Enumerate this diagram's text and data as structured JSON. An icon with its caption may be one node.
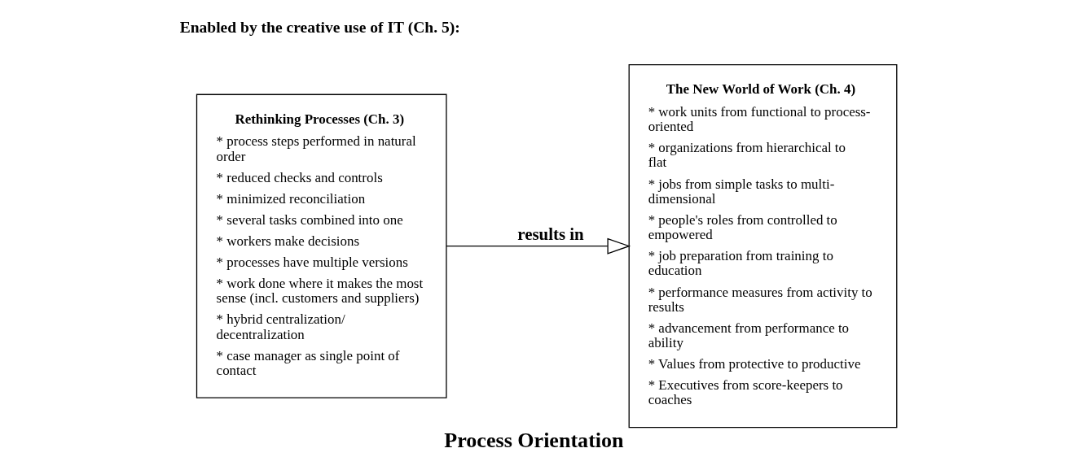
{
  "diagram": {
    "caption": "Process Orientation",
    "nodes": [
      {
        "text": [
          "Rethinking Processes (Ch. 3)",
          "* process steps performed in natural order",
          "* reduced checks and controls",
          "* minimized reconciliation",
          "* several tasks combined into one",
          "* workers make decisions",
          "* processes have multiple versions",
          "* work done where it makes the most sense (incl. customers and suppliers)",
          "* hybrid centralization/ decentralization",
          "* case manager as single point of contact"
        ]
      },
      {
        "text": [
          "The New World of Work (Ch. 4)",
          "* work units from functional to process-oriented",
          "* organizations from hierarchical to flat",
          "* jobs from simple tasks to multi-dimensional",
          "* people's roles from controlled to empowered",
          "* job preparation from training to education",
          "* performance measures from activity to results",
          "* advancement from performance to ability",
          "* Values from protective to productive",
          "* Executives from score-keepers to coaches"
        ]
      }
    ],
    "edges": [
      {
        "from": 0,
        "to": 1,
        "arrow": "to",
        "label": "results in"
      }
    ],
    "labels": [
      "Enabled by the creative use of IT (Ch. 5):"
    ]
  }
}
